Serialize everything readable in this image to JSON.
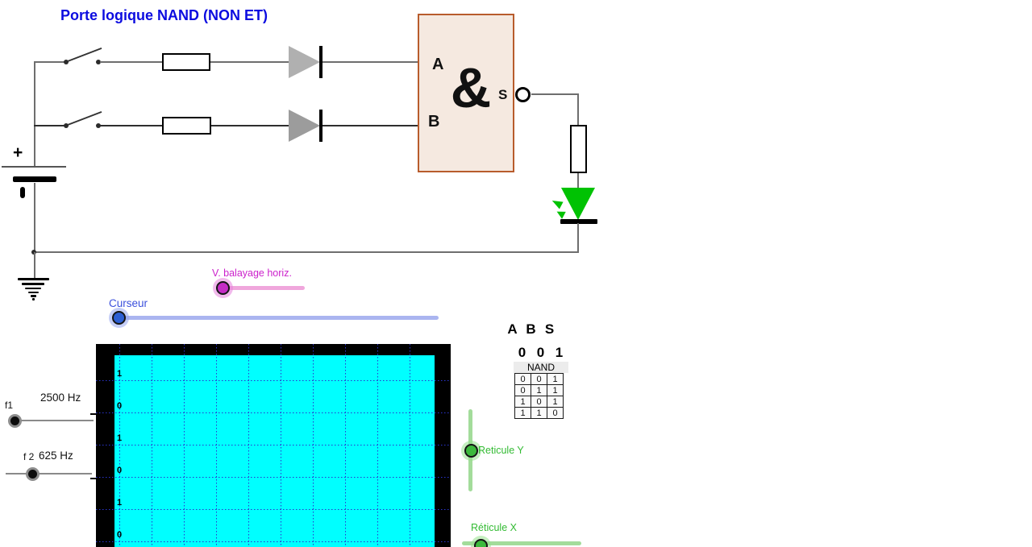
{
  "title": "Porte logique NAND (NON ET)",
  "circuit": {
    "gate_symbol": "&",
    "input_a_label": "A",
    "input_b_label": "B",
    "output_label": "S",
    "battery_plus_label": "+"
  },
  "controls": {
    "sweep": {
      "label": "V. balayage horiz."
    },
    "cursor": {
      "label": "Curseur"
    },
    "f1": {
      "label": "f1",
      "value": "2500 Hz"
    },
    "f2": {
      "label": "f 2",
      "value": "625 Hz"
    },
    "reticule_y": {
      "label": "Reticule Y"
    },
    "reticule_x": {
      "label": "Réticule X"
    }
  },
  "scope": {
    "y_labels": [
      "1",
      "0",
      "1",
      "0",
      "1",
      "0"
    ]
  },
  "logic_display": {
    "header": [
      "A",
      "B",
      "S"
    ],
    "current": [
      "0",
      "0",
      "1"
    ],
    "table_title": "NAND",
    "rows": [
      [
        "0",
        "0",
        "1"
      ],
      [
        "0",
        "1",
        "1"
      ],
      [
        "1",
        "0",
        "1"
      ],
      [
        "1",
        "1",
        "0"
      ]
    ]
  },
  "colors": {
    "title_blue": "#0c0ce0",
    "screen_cyan": "#00ffff",
    "grid_blue": "#2a35cf",
    "led_green": "#00c203",
    "gate_fill": "#f5e9e0",
    "gate_border": "#b85c2c",
    "sweep_accent": "#c42cc4",
    "cursor_accent": "#2d5fd3",
    "reticule_accent": "#3cb93c"
  }
}
